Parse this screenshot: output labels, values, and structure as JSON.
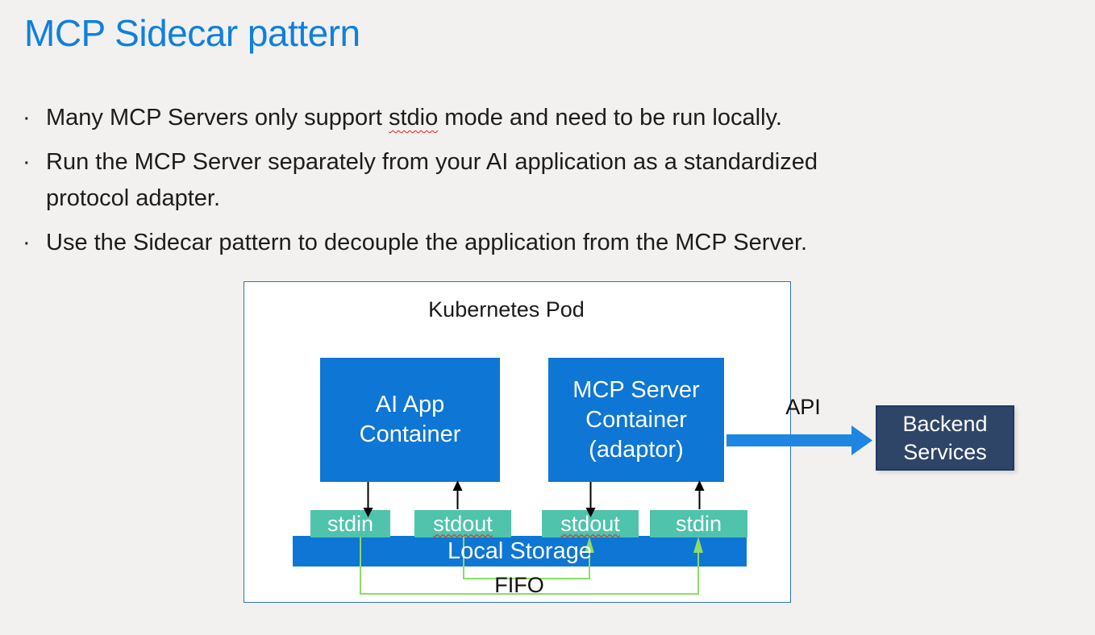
{
  "title": "MCP Sidecar pattern",
  "bullets": {
    "marker": "·",
    "b1": {
      "pre": "Many MCP Servers only support ",
      "flagged_word": "stdio",
      "post": " mode and need to be run locally."
    },
    "b2": {
      "line1": "Run the MCP Server separately from your AI application as a standardized",
      "line2": "protocol adapter."
    },
    "b3": "Use the Sidecar pattern to decouple the application from the MCP Server."
  },
  "diagram": {
    "pod_label": "Kubernetes Pod",
    "ai_container": {
      "line1": "AI App",
      "line2": "Container"
    },
    "mcp_container": {
      "line1": "MCP Server",
      "line2": "Container",
      "line3": "(adaptor)"
    },
    "pipes": {
      "ai_stdin": "stdin",
      "ai_stdout": "stdout",
      "mcp_stdout": "stdout",
      "mcp_stdin": "stdin"
    },
    "storage_label": "Local Storage",
    "fifo_label": "FIFO",
    "api_label": "API",
    "backend": {
      "line1": "Backend",
      "line2": "Services"
    }
  },
  "colors": {
    "background": "#F2F1EF",
    "title_blue": "#1080DC",
    "container_blue": "#0E76D4",
    "pod_border_blue": "#2E74B5",
    "pipe_teal": "#4FC3AC",
    "backend_navy": "#2F4567",
    "api_arrow_blue": "#1E86E2",
    "fifo_green": "#8CDC66",
    "spellcheck_red": "#E02020",
    "text_black": "#1C1C1C",
    "text_white": "#FFFFFF"
  }
}
